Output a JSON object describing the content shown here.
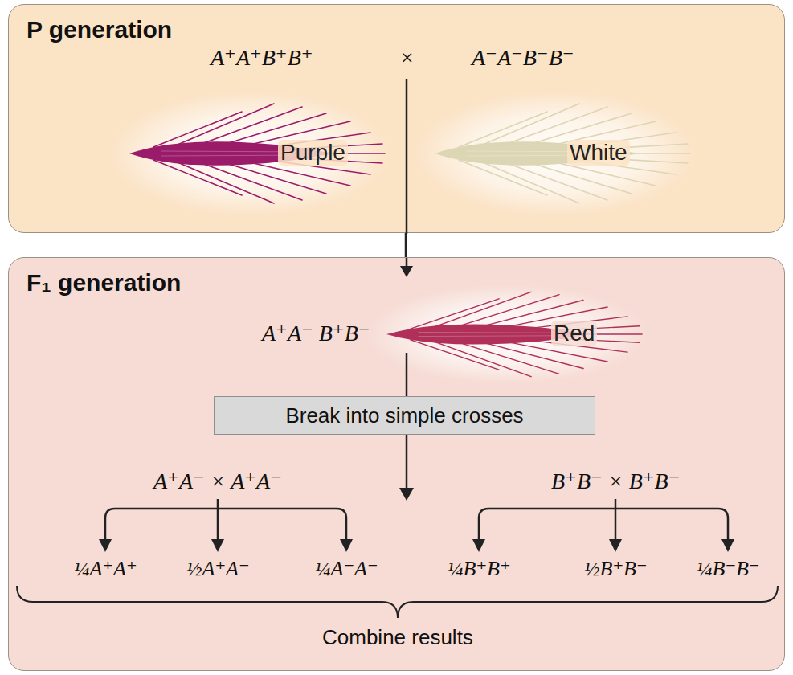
{
  "diagram": {
    "nodes": [
      {
        "text": [
          "P generation"
        ]
      },
      {
        "text": [
          "F₁ generation"
        ]
      },
      {
        "text": [
          "Break into simple crosses"
        ],
        "in": 1
      }
    ],
    "labels": [
      "A⁺A⁺B⁺B⁺",
      "×",
      "A⁻A⁻B⁻B⁻",
      "Purple",
      "White",
      "A⁺A⁻ B⁺B⁻",
      "Red",
      "A⁺A⁻ × A⁺A⁻",
      "B⁺B⁻ × B⁺B⁻",
      "¼A⁺A⁺",
      "½A⁺A⁻",
      "¼A⁻A⁻",
      "¼B⁺B⁺",
      "½B⁺B⁻",
      "¼B⁻B⁻",
      "Combine results"
    ]
  }
}
